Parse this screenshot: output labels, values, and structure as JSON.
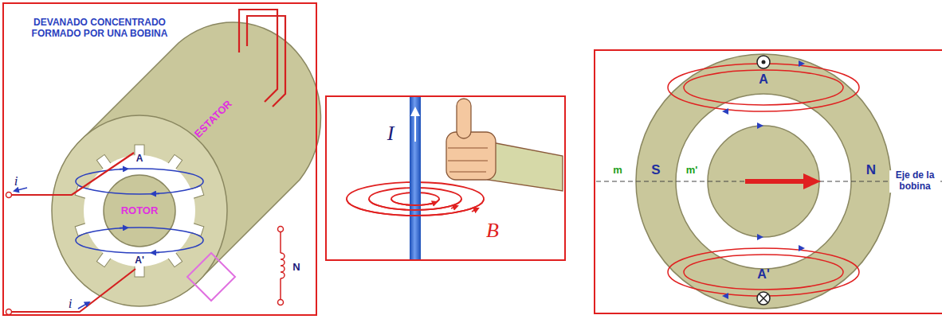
{
  "diagram": {
    "nodes": [
      {
        "text": [
          "DEVANADO CONCENTRADO FORMADO POR UNA BOBINA",
          "ESTATOR",
          "ROTOR",
          "A",
          "A'",
          "i",
          "i",
          "N"
        ]
      },
      {
        "text": [
          "I",
          "B"
        ]
      },
      {
        "text": [
          "A",
          "A'",
          "S",
          "N",
          "m",
          "m'",
          "Eje de la bobina"
        ]
      }
    ]
  }
}
